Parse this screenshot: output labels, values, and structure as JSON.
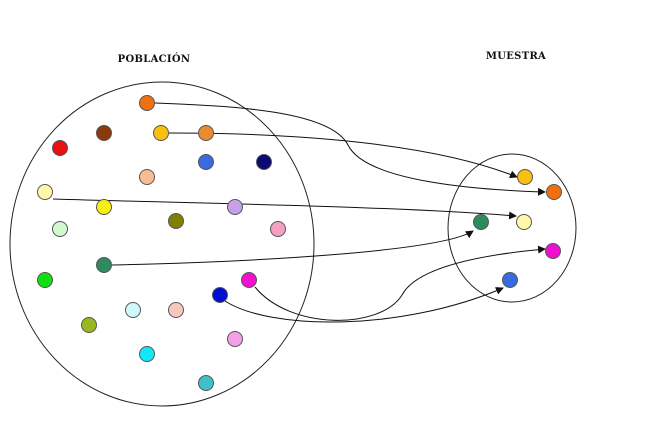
{
  "labels": {
    "population": "POBLACIÓN",
    "sample": "MUESTRA"
  },
  "population_dots": [
    {
      "id": "orange-top",
      "color": "#f07010"
    },
    {
      "id": "brown",
      "color": "#8b3a0a"
    },
    {
      "id": "gold",
      "color": "#f8c010"
    },
    {
      "id": "orange-2",
      "color": "#ec8a30"
    },
    {
      "id": "red",
      "color": "#e81010"
    },
    {
      "id": "royal-blue",
      "color": "#3a6ae0"
    },
    {
      "id": "navy",
      "color": "#0a0a70"
    },
    {
      "id": "peach",
      "color": "#f8bc90"
    },
    {
      "id": "pale-yellow",
      "color": "#fff8a8"
    },
    {
      "id": "yellow",
      "color": "#f8f010"
    },
    {
      "id": "olive",
      "color": "#808000"
    },
    {
      "id": "lavender",
      "color": "#c8a0e8"
    },
    {
      "id": "mint",
      "color": "#d0f8d0"
    },
    {
      "id": "pink",
      "color": "#f4a0c0"
    },
    {
      "id": "sea-green",
      "color": "#2e8b60"
    },
    {
      "id": "green",
      "color": "#10e010"
    },
    {
      "id": "magenta",
      "color": "#f010d0"
    },
    {
      "id": "blue",
      "color": "#0010d0"
    },
    {
      "id": "pale-cyan",
      "color": "#d0f8f8"
    },
    {
      "id": "rose",
      "color": "#f8c8c0"
    },
    {
      "id": "yellow-green",
      "color": "#98b820"
    },
    {
      "id": "cyan",
      "color": "#10e8f8"
    },
    {
      "id": "orchid",
      "color": "#f4a0e8"
    },
    {
      "id": "teal",
      "color": "#40c0c8"
    }
  ],
  "sample_dots": [
    {
      "id": "s-gold",
      "color": "#f8c010"
    },
    {
      "id": "s-orange",
      "color": "#f07010"
    },
    {
      "id": "s-sea-green",
      "color": "#2e8b60"
    },
    {
      "id": "s-pale-yellow",
      "color": "#fff8a8"
    },
    {
      "id": "s-magenta",
      "color": "#f010d0"
    },
    {
      "id": "s-blue",
      "color": "#3a6ae0"
    }
  ],
  "arrows": [
    {
      "from": "orange-top",
      "to": "s-orange"
    },
    {
      "from": "gold",
      "to": "s-gold"
    },
    {
      "from": "pale-yellow",
      "to": "s-pale-yellow"
    },
    {
      "from": "sea-green",
      "to": "s-sea-green"
    },
    {
      "from": "magenta",
      "to": "s-magenta"
    },
    {
      "from": "blue",
      "to": "s-blue"
    }
  ]
}
